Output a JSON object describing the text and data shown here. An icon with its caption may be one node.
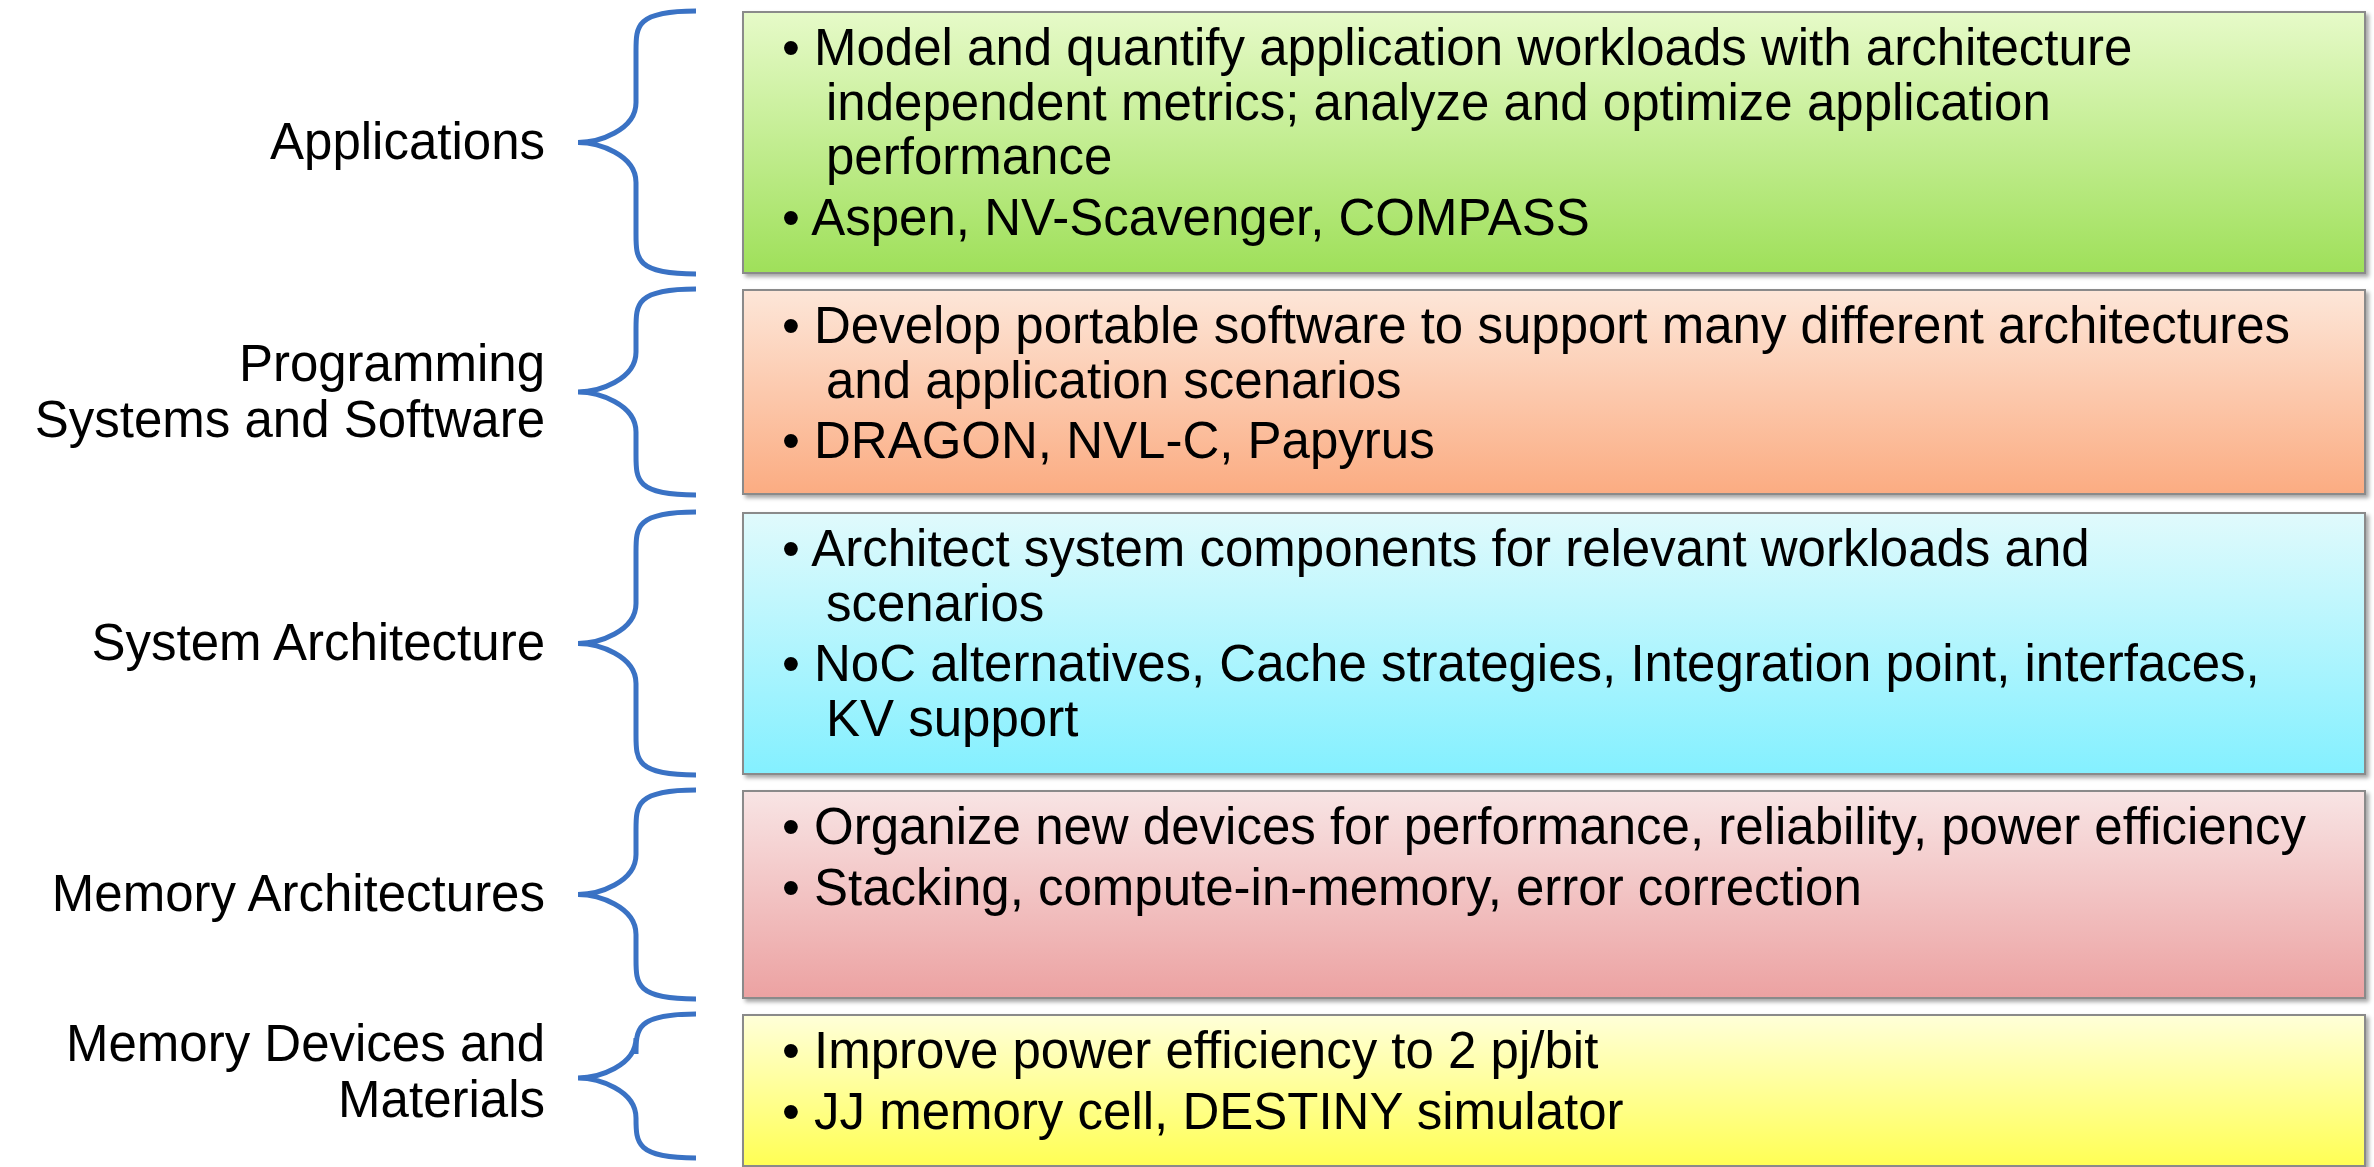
{
  "diagram": {
    "nodes": [
      {
        "text": [
          "Applications"
        ]
      },
      {
        "text": [
          "• Model and quantify application workloads with architecture independent metrics; analyze and optimize application performance",
          "• Aspen, NV-Scavenger, COMPASS"
        ]
      },
      {
        "text": [
          "Programming Systems and Software"
        ]
      },
      {
        "text": [
          "• Develop portable software to support many different architectures and application scenarios",
          "• DRAGON, NVL-C, Papyrus"
        ]
      },
      {
        "text": [
          "System Architecture"
        ]
      },
      {
        "text": [
          "• Architect system components for relevant workloads and scenarios",
          "• NoC alternatives, Cache strategies, Integration point, interfaces, KV support"
        ]
      },
      {
        "text": [
          "Memory Architectures"
        ]
      },
      {
        "text": [
          "• Organize new devices for performance, reliability, power efficiency",
          "• Stacking, compute-in-memory, error correction"
        ]
      },
      {
        "text": [
          "Memory Devices and Materials"
        ]
      },
      {
        "text": [
          "• Improve power efficiency to 2 pj/bit",
          "• JJ memory cell, DESTINY simulator"
        ]
      }
    ]
  }
}
